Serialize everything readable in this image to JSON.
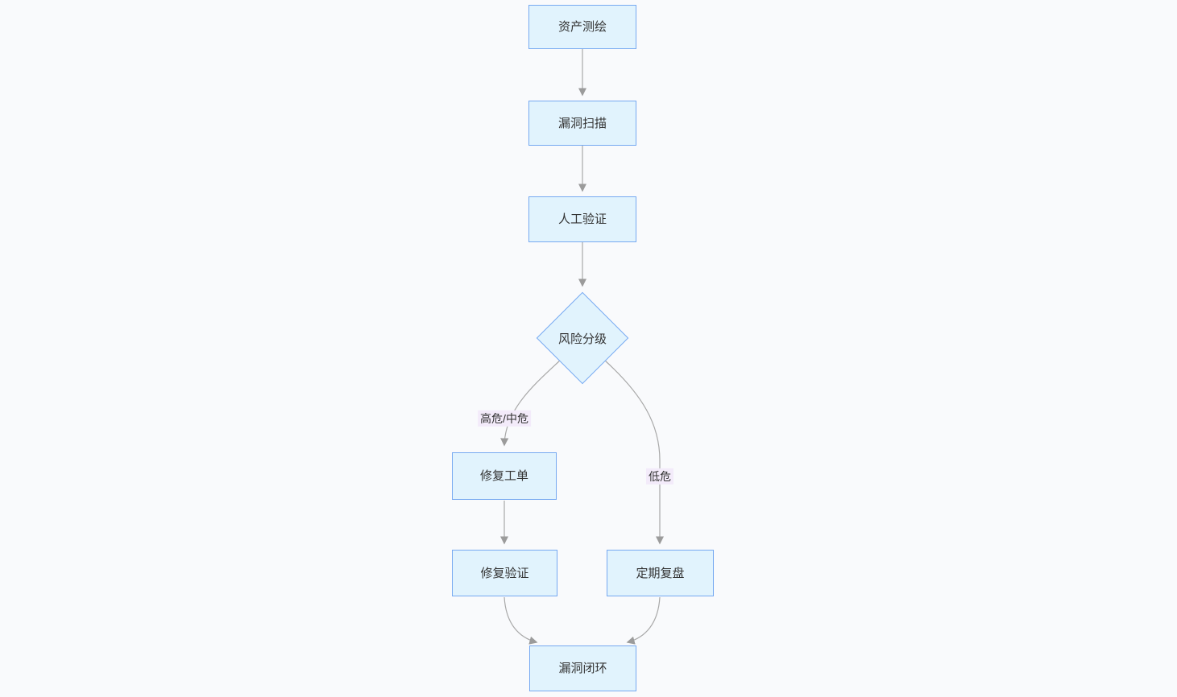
{
  "diagram": {
    "type": "flowchart",
    "direction": "top-down",
    "background_color": "#f9fafc",
    "node_fill_color": "#e1f3fd",
    "node_border_color": "#76a9f1",
    "edge_color": "#a8a8a8",
    "edge_label_background": "#f3ebfa",
    "text_color": "#333333",
    "nodes": [
      {
        "id": "asset-mapping",
        "label": "资产测绘",
        "shape": "rect"
      },
      {
        "id": "vuln-scan",
        "label": "漏洞扫描",
        "shape": "rect"
      },
      {
        "id": "manual-verify",
        "label": "人工验证",
        "shape": "rect"
      },
      {
        "id": "risk-triage",
        "label": "风险分级",
        "shape": "diamond"
      },
      {
        "id": "fix-ticket",
        "label": "修复工单",
        "shape": "rect"
      },
      {
        "id": "fix-verify",
        "label": "修复验证",
        "shape": "rect"
      },
      {
        "id": "periodic-review",
        "label": "定期复盘",
        "shape": "rect"
      },
      {
        "id": "vuln-closure",
        "label": "漏洞闭环",
        "shape": "rect"
      }
    ],
    "edges": [
      {
        "from": "asset-mapping",
        "to": "vuln-scan",
        "label": ""
      },
      {
        "from": "vuln-scan",
        "to": "manual-verify",
        "label": ""
      },
      {
        "from": "manual-verify",
        "to": "risk-triage",
        "label": ""
      },
      {
        "from": "risk-triage",
        "to": "fix-ticket",
        "label": "高危/中危"
      },
      {
        "from": "risk-triage",
        "to": "periodic-review",
        "label": "低危"
      },
      {
        "from": "fix-ticket",
        "to": "fix-verify",
        "label": ""
      },
      {
        "from": "fix-verify",
        "to": "vuln-closure",
        "label": ""
      },
      {
        "from": "periodic-review",
        "to": "vuln-closure",
        "label": ""
      }
    ]
  }
}
